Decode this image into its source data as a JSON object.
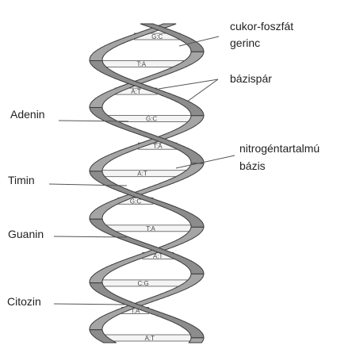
{
  "colors": {
    "strand_fill": "#8c8c8c",
    "strand_stroke": "#3a3a3a",
    "rung_fill": "#f4f4f4",
    "rung_stroke": "#555555",
    "leader": "#555555",
    "text": "#222222"
  },
  "labels": {
    "backbone_line1": "cukor-foszfát",
    "backbone_line2": "gerinc",
    "base_pair": "bázispár",
    "nitrogen_base_line1": "nitrogéntartalmú",
    "nitrogen_base_line2": "bázis",
    "adenine": "Adenin",
    "thymine": "Timin",
    "guanine": "Guanin",
    "cytosine": "Citozin"
  },
  "pairs": [
    "G:C",
    "T:A",
    "A:T",
    "G:C",
    "T:A",
    "A:T",
    "G:C",
    "T:A",
    "A:T",
    "C:G",
    "T:A",
    "A:T"
  ]
}
